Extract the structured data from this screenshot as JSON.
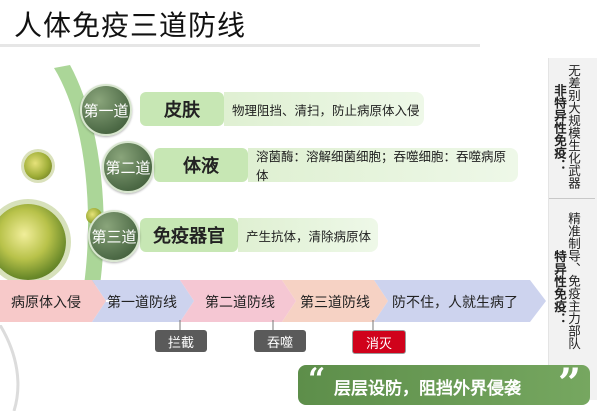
{
  "title": "人体免疫三道防线",
  "lines": [
    {
      "badge": "第一道",
      "label": "皮肤",
      "description": "物理阻挡、清扫，防止病原体入侵"
    },
    {
      "badge": "第二道",
      "label": "体液",
      "description": "溶菌酶：溶解细菌细胞；吞噬细胞：吞噬病原体"
    },
    {
      "badge": "第三道",
      "label": "免疫器官",
      "description": "产生抗体，清除病原体"
    }
  ],
  "right_panel": {
    "top_desc": "无差别大规模生化武器",
    "top_title": "非特异性免疫：",
    "bottom_desc": "精准制导、免疫主力部队",
    "bottom_title": "特异性免疫："
  },
  "flow": {
    "steps": [
      "病原体入侵",
      "第一道防线",
      "第二道防线",
      "第三道防线",
      "防不住，人就生病了"
    ],
    "actions": [
      "拦截",
      "吞噬",
      "消灭"
    ]
  },
  "quote": "层层设防，阻挡外界侵袭",
  "colors": {
    "green_dark": "#4d6a46",
    "label_green": "#c7e7b4",
    "flow_pink": "#f7c9c9",
    "flow_blue": "#cdd3ee",
    "chip_gray": "#5a5a5a",
    "chip_red": "#d0021b",
    "quote_green": "#5d8e4a"
  }
}
